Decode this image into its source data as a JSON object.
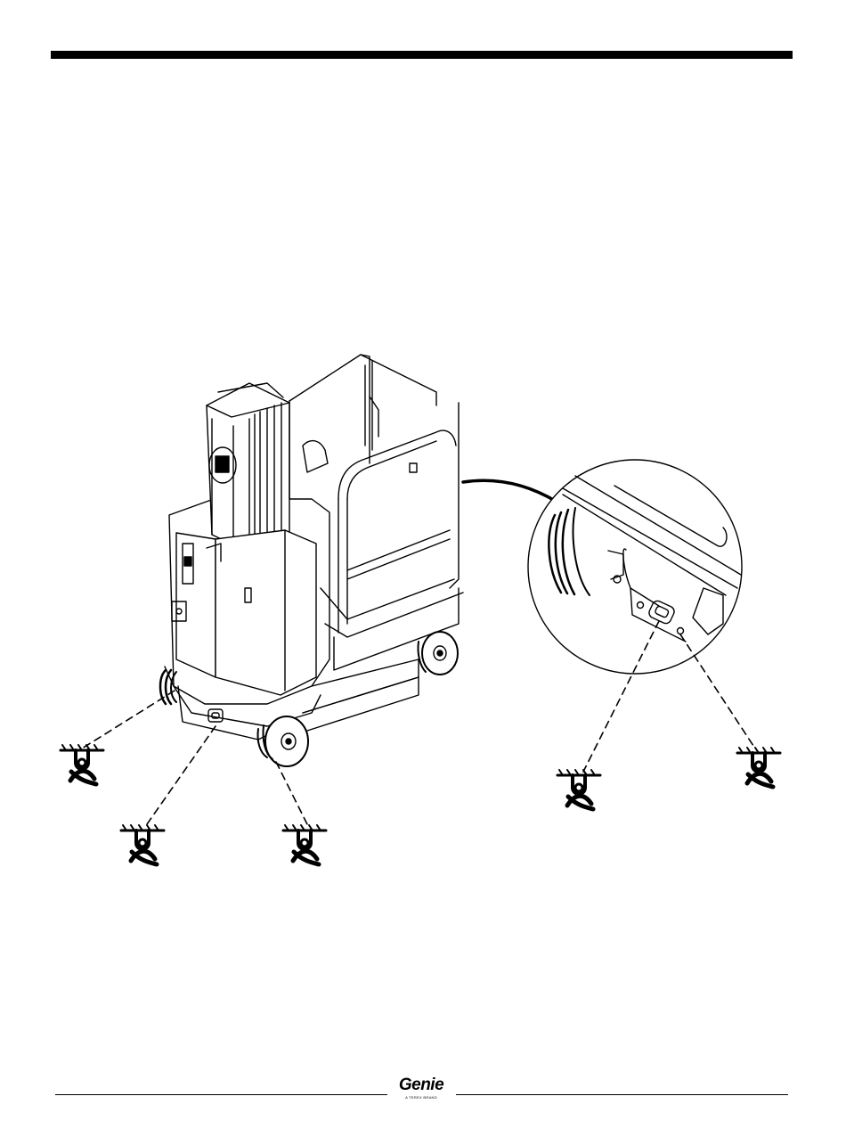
{
  "document": {
    "brand": {
      "logo_text": "Genie",
      "logo_subtext": "A TEREX BRAND"
    },
    "figure": {
      "subject": "vertical-mast-lift",
      "tie-down-symbol-icon": "tie-down-point-icon",
      "tie_down_points_main_view": 3,
      "tie_down_points_detail_view": 2
    },
    "colors": {
      "ink": "#000000",
      "paper": "#ffffff"
    }
  }
}
